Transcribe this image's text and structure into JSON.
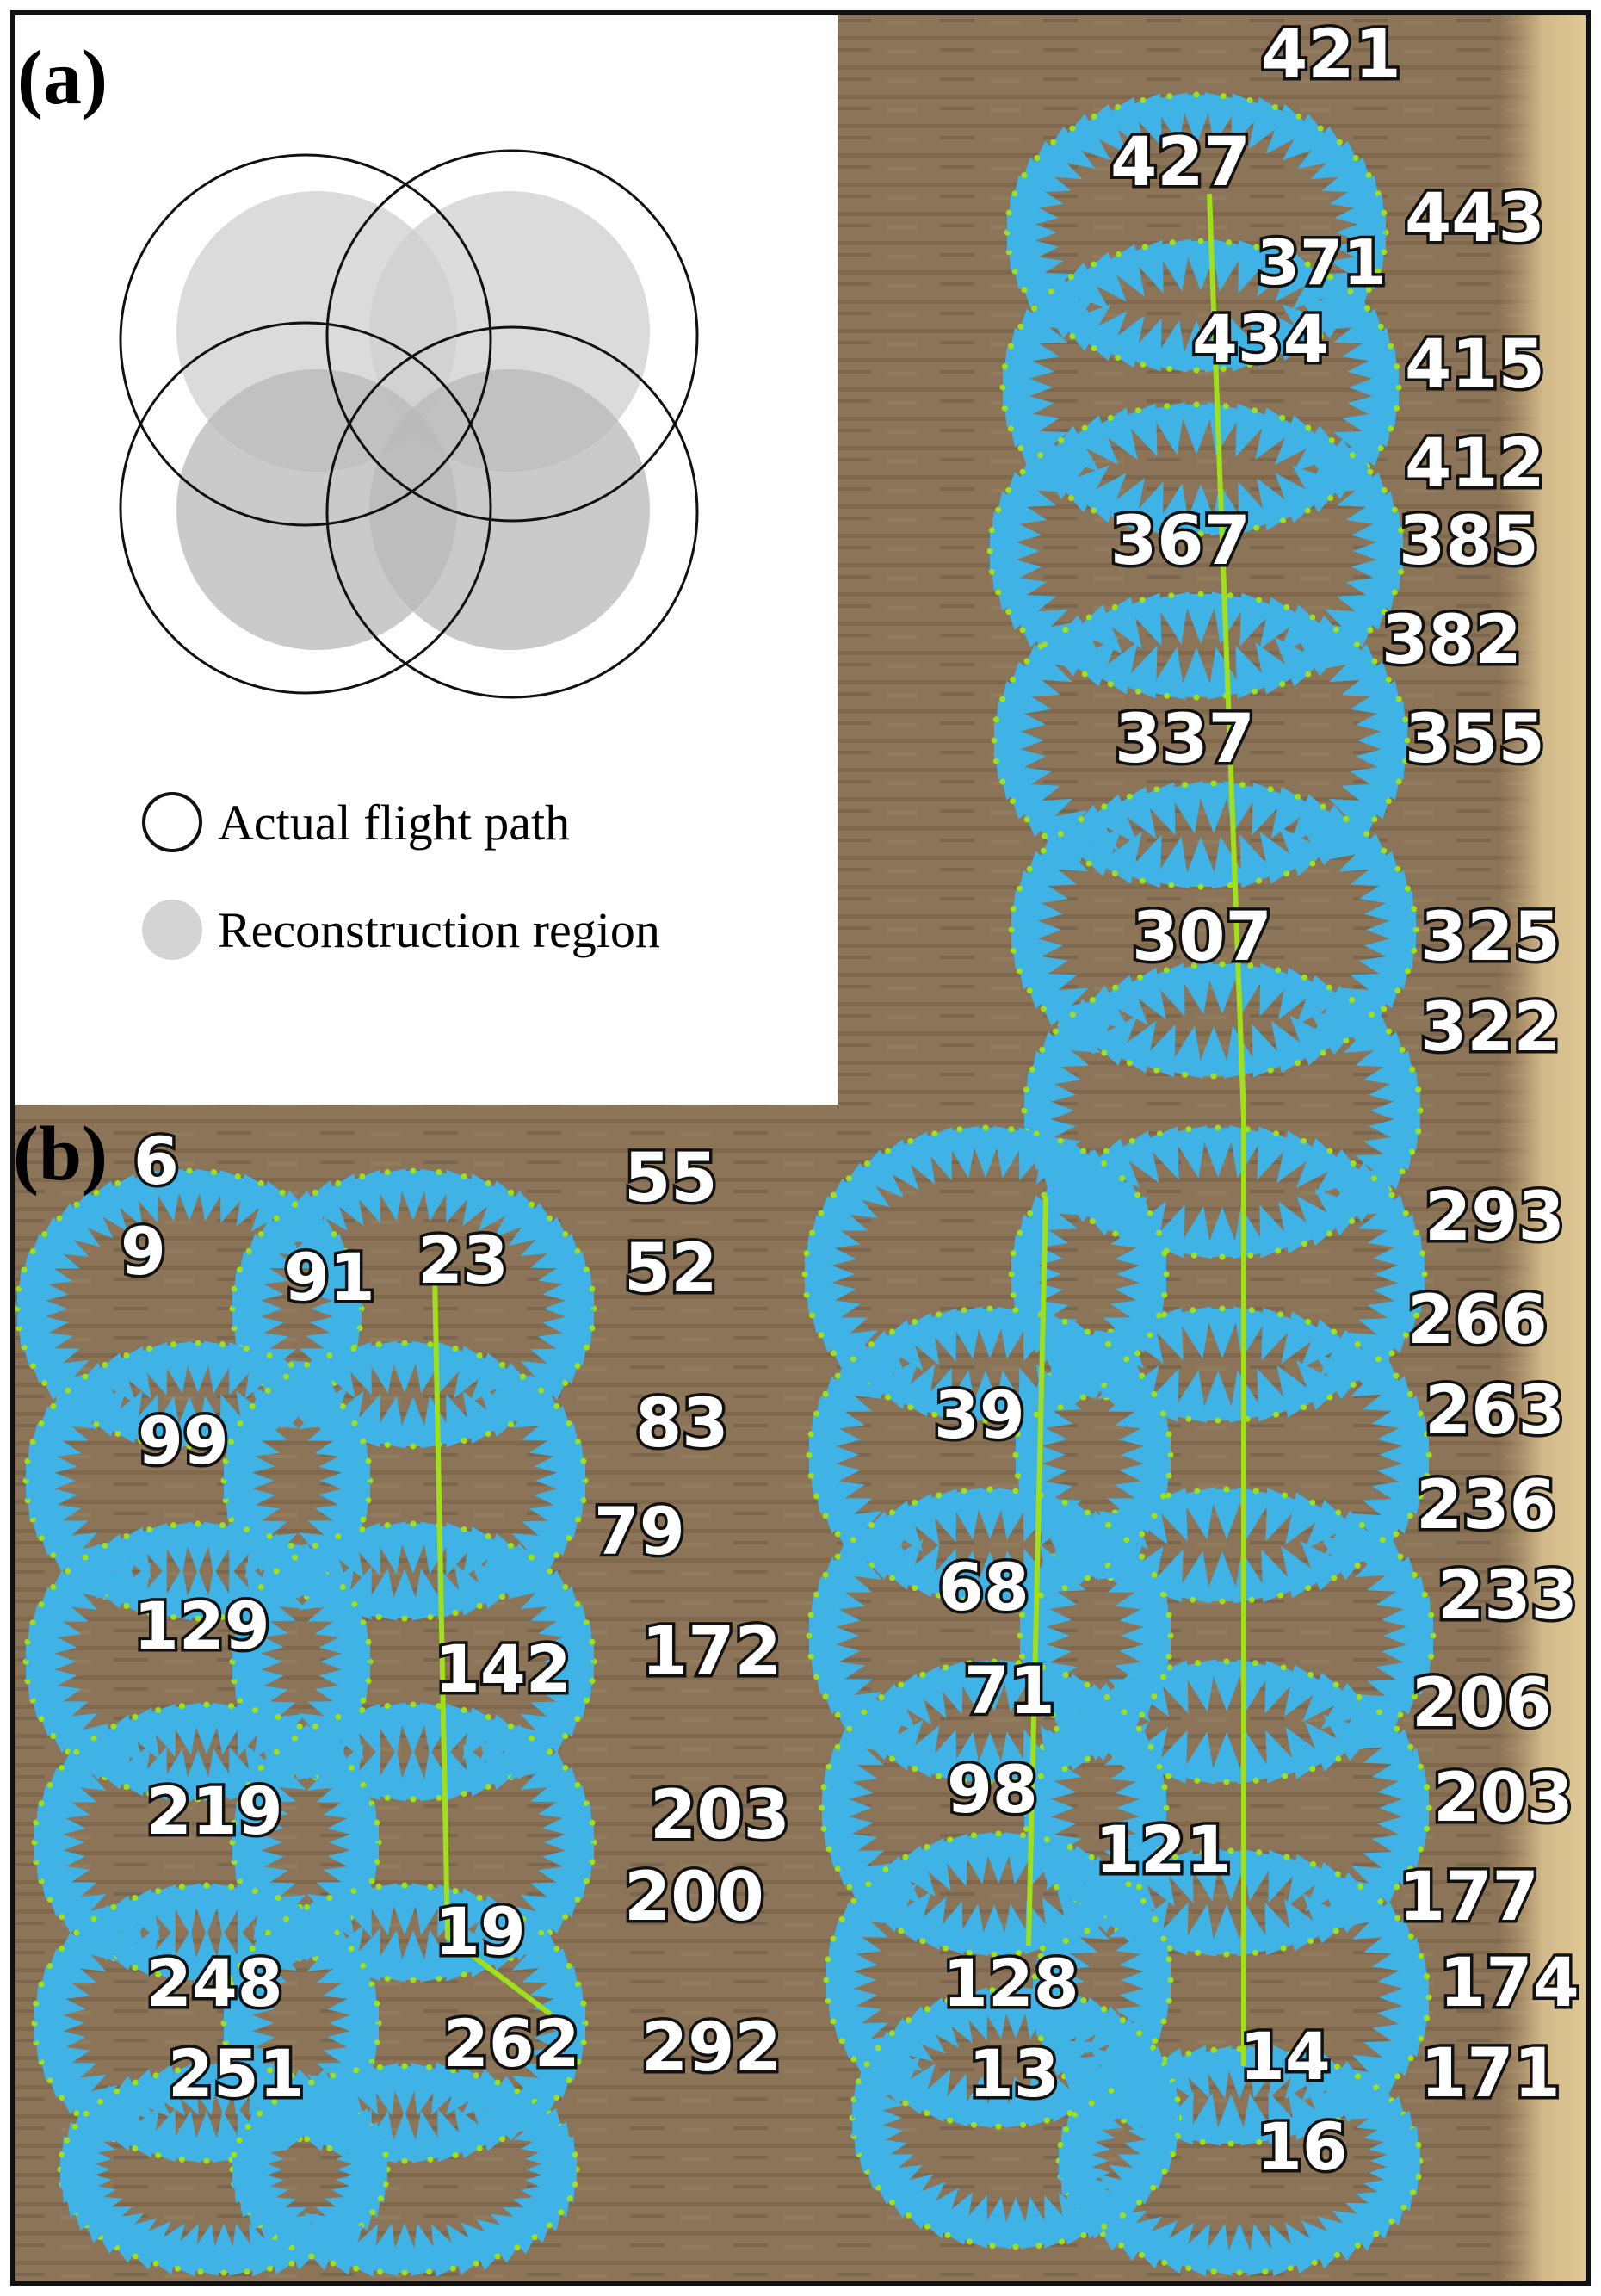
{
  "panel_a": {
    "label": "(a)",
    "legend": {
      "actual_flight_path": "Actual flight path",
      "reconstruction_region": "Reconstruction region"
    }
  },
  "panel_b": {
    "label": "(b)",
    "labels": [
      "421",
      "427",
      "443",
      "371",
      "434",
      "415",
      "412",
      "367",
      "385",
      "382",
      "337",
      "355",
      "307",
      "325",
      "322",
      "55",
      "23",
      "52",
      "6",
      "9",
      "91",
      "83",
      "99",
      "79",
      "129",
      "142",
      "172",
      "219",
      "203",
      "200",
      "248",
      "19",
      "251",
      "262",
      "292",
      "293",
      "266",
      "39",
      "263",
      "236",
      "68",
      "233",
      "71",
      "206",
      "98",
      "203",
      "121",
      "177",
      "128",
      "174",
      "13",
      "14",
      "171",
      "16"
    ]
  },
  "colors": {
    "background": "#8a7355",
    "camera_arrow": "#3fb2e6",
    "trajectory": "#9fe01a",
    "circle_fill": "#d4d4d4",
    "circle_stroke": "#111111"
  }
}
